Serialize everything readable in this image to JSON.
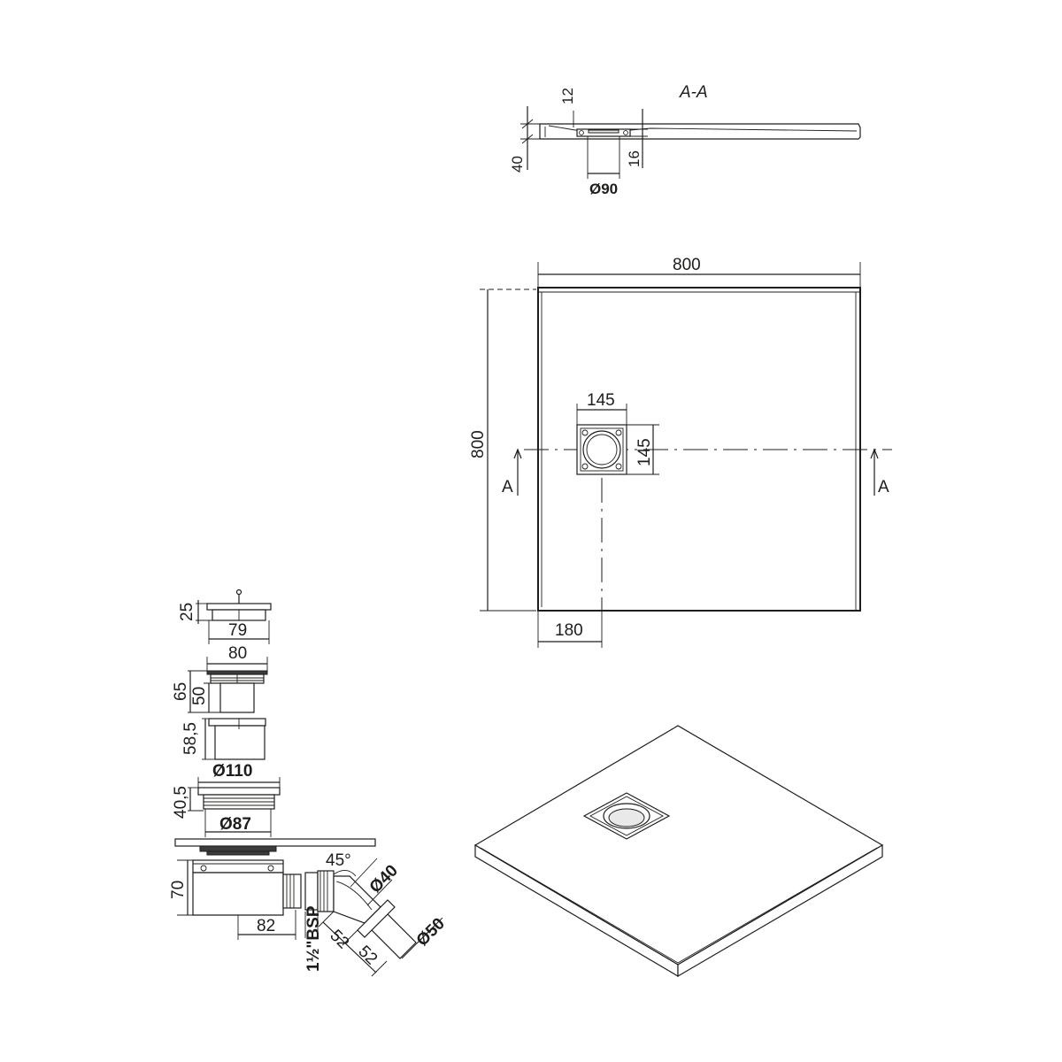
{
  "section": {
    "title": "A-A",
    "dims": {
      "top_thickness": "12",
      "total_height": "40",
      "drain_depth": "16",
      "drain_diameter": "Ø90"
    }
  },
  "plan": {
    "width": "800",
    "height": "800",
    "grate_width": "145",
    "grate_height": "145",
    "offset": "180",
    "section_mark_left": "A",
    "section_mark_right": "A"
  },
  "siphon_parts": {
    "cap": {
      "height": "25",
      "width": "79"
    },
    "grate_insert": {
      "width": "80",
      "total_height": "65",
      "inner_height": "50"
    },
    "sleeve": {
      "height": "58,5"
    },
    "flange": {
      "diameter_top": "Ø110",
      "height": "40,5",
      "diameter_bottom": "Ø87"
    },
    "body": {
      "height": "70",
      "outlet_offset": "82",
      "angle": "45°",
      "outlet_diameter": "Ø40",
      "pipe_diameter": "Ø50",
      "segment_1": "52",
      "segment_2": "52",
      "thread": "1½\"BSP"
    }
  }
}
